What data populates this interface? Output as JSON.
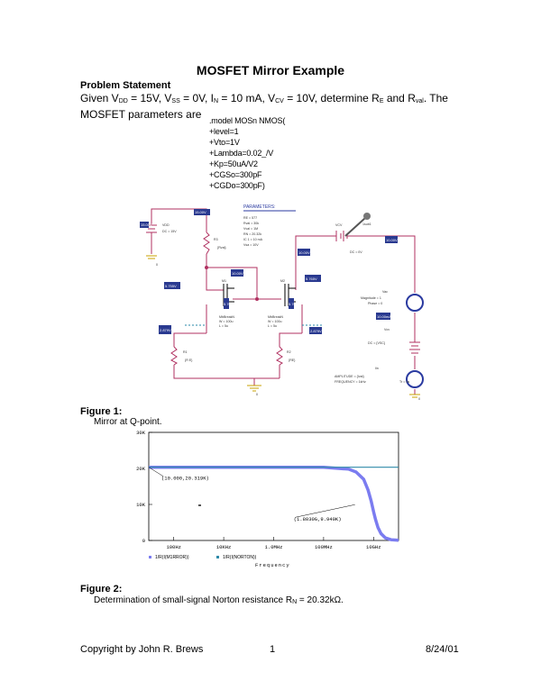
{
  "title": "MOSFET Mirror Example",
  "problem_heading": "Problem Statement",
  "problem": {
    "p1": "Given V",
    "vdd_sub": "DD",
    "p2": " = 15V, V",
    "vss_sub": "SS",
    "p3": " = 0V, I",
    "in_sub": "N",
    "p4": " = 10 mA, V",
    "vcv_sub": "CV",
    "p5": " = 10V, determine R",
    "r1_sub": "E",
    "p6": " and R",
    "r2_sub": "val",
    "p7": ". The MOSFET parameters are"
  },
  "model_lines": [
    ".model MOSn NMOS(",
    "+level=1",
    "+Vto=1V",
    "+Lambda=0.02_/V",
    "+Kp=50uA/V2",
    "+CGSo=300pF",
    "+CGDo=300pF)"
  ],
  "schematic": {
    "header": "PARAMETERS:",
    "params": [
      "RE = 577",
      "Rval = 30k",
      "Vval = 1M",
      "RN = 20.32k",
      "IC 1 = 10 mA",
      "Vsa = 10V"
    ],
    "labels": {
      "vdd_name": "VDD",
      "vdd_value": "DC = 15V",
      "r3": "R3",
      "r3_val": "{Rval}",
      "m1": "M1",
      "m2": "M2",
      "m1_model": "MbBreakN",
      "m2_model": "MbBreakN",
      "m1_w": "W = 100u",
      "m1_l": "L = 5u",
      "m2_w": "W = 100u",
      "m2_l": "L = 5u",
      "r1": "R1",
      "r1_val": "{R E}",
      "r2": "R2",
      "r2_val": "{RE}",
      "vcv_name": "VCV",
      "vcv_dc": "DC = 0V",
      "vac": "Vac",
      "vac_mag": "Magnitude = 1",
      "vac_phase": "Phase = 0",
      "vcv2": "Vcv",
      "vcv2_val": "DC = {VSC}",
      "iin": "Iin",
      "iin_src": "AMPLITUDE = {Ival}",
      "iin_freq": "FREQUENCY = 1kHz",
      "gnd": "0",
      "probe": "1sub1",
      "side": "Tr = 0s"
    },
    "tags": [
      "15.00V",
      "15.00V",
      "10.00V",
      "10.00V",
      "10.00V",
      "5.755V",
      "5.765V",
      "5.765V",
      "10.00mA",
      "5.768mA",
      "2.879V",
      "2.879V"
    ]
  },
  "figure1_heading": "Figure 1:",
  "figure1_caption": "Mirror at Q-point.",
  "figure2_heading": "Figure 2:",
  "figure2_caption": "Determination of small-signal Norton resistance R",
  "figure2_sub": "N",
  "figure2_tail": " = 20.32kΩ.",
  "chart_data": {
    "type": "line",
    "x_scale": "log",
    "xlim": [
      10,
      100000000000
    ],
    "ylim": [
      0,
      30000
    ],
    "xlabel": "Frequency",
    "x_ticks": [
      100,
      10000,
      1000000,
      100000000,
      10000000000
    ],
    "x_tick_labels": [
      "100Hz",
      "10KHz",
      "1.0MHz",
      "100MHz",
      "10GHz"
    ],
    "y_ticks": [
      0,
      10000,
      20000,
      30000
    ],
    "y_tick_labels": [
      "0",
      "10K",
      "20K",
      "30K"
    ],
    "series": [
      {
        "name": "1/R(I(M1RROR))",
        "color": "#7b7cf0",
        "x": [
          10,
          1000000,
          100000000,
          1000000000,
          2000000000,
          4000000000,
          6000000000,
          8000000000,
          10000000000,
          12000000000,
          15000000000,
          20000000000,
          30000000000,
          50000000000,
          100000000000
        ],
        "y": [
          20319,
          20319,
          20300,
          19800,
          19000,
          17000,
          14000,
          11000,
          8000,
          5800,
          3600,
          1900,
          700,
          200,
          50
        ]
      },
      {
        "name": "1/R(I(NORTON))",
        "color": "#2f8aa8",
        "x": [
          10,
          100000000000
        ],
        "y": [
          20320,
          20320
        ]
      }
    ],
    "annotations": [
      {
        "text": "(10.000,20.319K)",
        "x": 10,
        "y": 20319
      },
      {
        "text": "(1.8030G,9.940K)",
        "x": 1803000000,
        "y": 9940
      }
    ]
  },
  "footer": {
    "left": "Copyright by John R. Brews",
    "page": "1",
    "date": "8/24/01"
  }
}
